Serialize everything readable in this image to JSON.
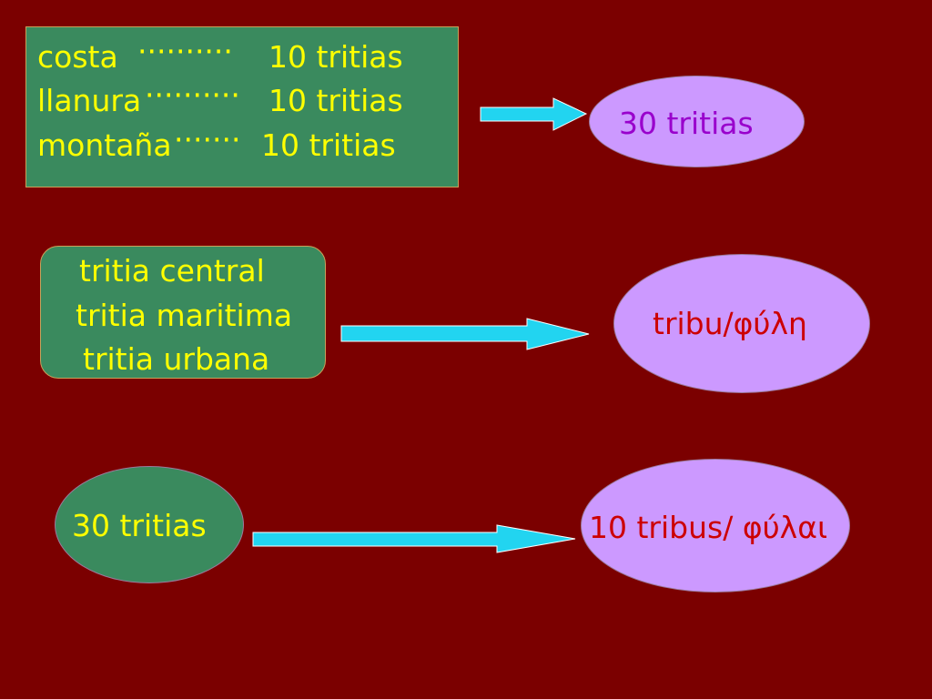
{
  "colors": {
    "background": "#7b0000",
    "green_box": "#3a8a5e",
    "yellow_text": "#ffff00",
    "lilac": "#cc99ff",
    "purple_text": "#9900cc",
    "red_text": "#cc0000",
    "arrow_fill": "#22d4f0"
  },
  "regions": [
    {
      "name": "costa",
      "dots": "··········",
      "count": "10 tritias"
    },
    {
      "name": "llanura",
      "dots": "··········",
      "count": "10 tritias"
    },
    {
      "name": "montaña",
      "dots": "·······",
      "count": "10 tritias"
    }
  ],
  "regions_result": "30 tritias",
  "tritia_types": [
    "tritia central",
    "tritia maritima",
    "tritia urbana"
  ],
  "tribe_result": "tribu/φύλη",
  "total_tritias": "30 tritias",
  "tribes_result": "10 tribus/ φύλαι"
}
